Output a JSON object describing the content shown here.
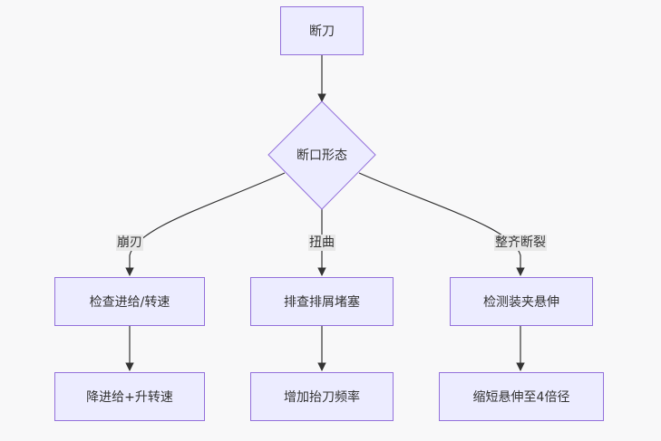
{
  "diagram": {
    "type": "flowchart",
    "colors": {
      "node_fill": "#ececff",
      "node_border": "#9370db",
      "edge": "#333333",
      "label_bg": "#e8e8e8",
      "background": "#f8f8f9"
    },
    "nodes": {
      "start": "断刀",
      "decision": "断口形态",
      "left_check": "检查进给/转速",
      "mid_check": "排查排屑堵塞",
      "right_check": "检测装夹悬伸",
      "left_fix": "降进给+升转速",
      "mid_fix": "增加抬刀频率",
      "right_fix": "缩短悬伸至4倍径"
    },
    "edges": [
      {
        "from": "start",
        "to": "decision",
        "label": ""
      },
      {
        "from": "decision",
        "to": "left_check",
        "label": "崩刃"
      },
      {
        "from": "decision",
        "to": "mid_check",
        "label": "扭曲"
      },
      {
        "from": "decision",
        "to": "right_check",
        "label": "整齐断裂"
      },
      {
        "from": "left_check",
        "to": "left_fix",
        "label": ""
      },
      {
        "from": "mid_check",
        "to": "mid_fix",
        "label": ""
      },
      {
        "from": "right_check",
        "to": "right_fix",
        "label": ""
      }
    ]
  }
}
